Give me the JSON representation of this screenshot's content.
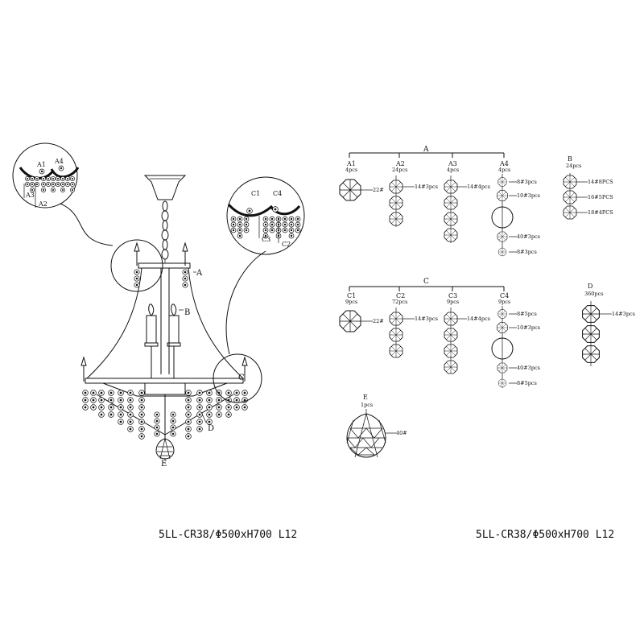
{
  "drawing": {
    "caption_left": "5LL-CR38/Φ500xH700 L12",
    "caption_right": "5LL-CR38/Φ500xH700 L12"
  },
  "callouts": {
    "A": "A",
    "B": "B",
    "C": "C",
    "D": "D",
    "E": "E"
  },
  "zoom_left": {
    "labels": [
      "A1",
      "A4",
      "A3",
      "A2"
    ]
  },
  "zoom_right": {
    "labels": [
      "C1",
      "C4",
      "C3",
      "C2"
    ]
  },
  "group_A": {
    "title": "A",
    "strands": [
      {
        "name": "A1",
        "qty": "4pcs",
        "notes": [
          "22#"
        ]
      },
      {
        "name": "A2",
        "qty": "24pcs",
        "notes": [
          "14#3pcs"
        ]
      },
      {
        "name": "A3",
        "qty": "4pcs",
        "notes": [
          "14#4pcs"
        ]
      },
      {
        "name": "A4",
        "qty": "4pcs",
        "notes": [
          "8#3pcs",
          "10#3pcs",
          "40#3pcs",
          "8#3pcs"
        ]
      }
    ]
  },
  "group_B": {
    "title": "B",
    "qty": "24pcs",
    "notes": [
      "14#8PCS",
      "16#5PCS",
      "18#4PCS"
    ]
  },
  "group_C": {
    "title": "C",
    "strands": [
      {
        "name": "C1",
        "qty": "9pcs",
        "notes": [
          "22#"
        ]
      },
      {
        "name": "C2",
        "qty": "72pcs",
        "notes": [
          "14#3pcs"
        ]
      },
      {
        "name": "C3",
        "qty": "9pcs",
        "notes": [
          "14#4pcs"
        ]
      },
      {
        "name": "C4",
        "qty": "9pcs",
        "notes": [
          "8#5pcs",
          "10#3pcs",
          "40#3pcs",
          "8#5pcs"
        ]
      }
    ]
  },
  "group_D": {
    "title": "D",
    "qty": "360pcs",
    "notes": [
      "14#3pcs"
    ]
  },
  "group_E": {
    "title": "E",
    "qty": "1pcs",
    "notes": [
      "40#"
    ]
  }
}
